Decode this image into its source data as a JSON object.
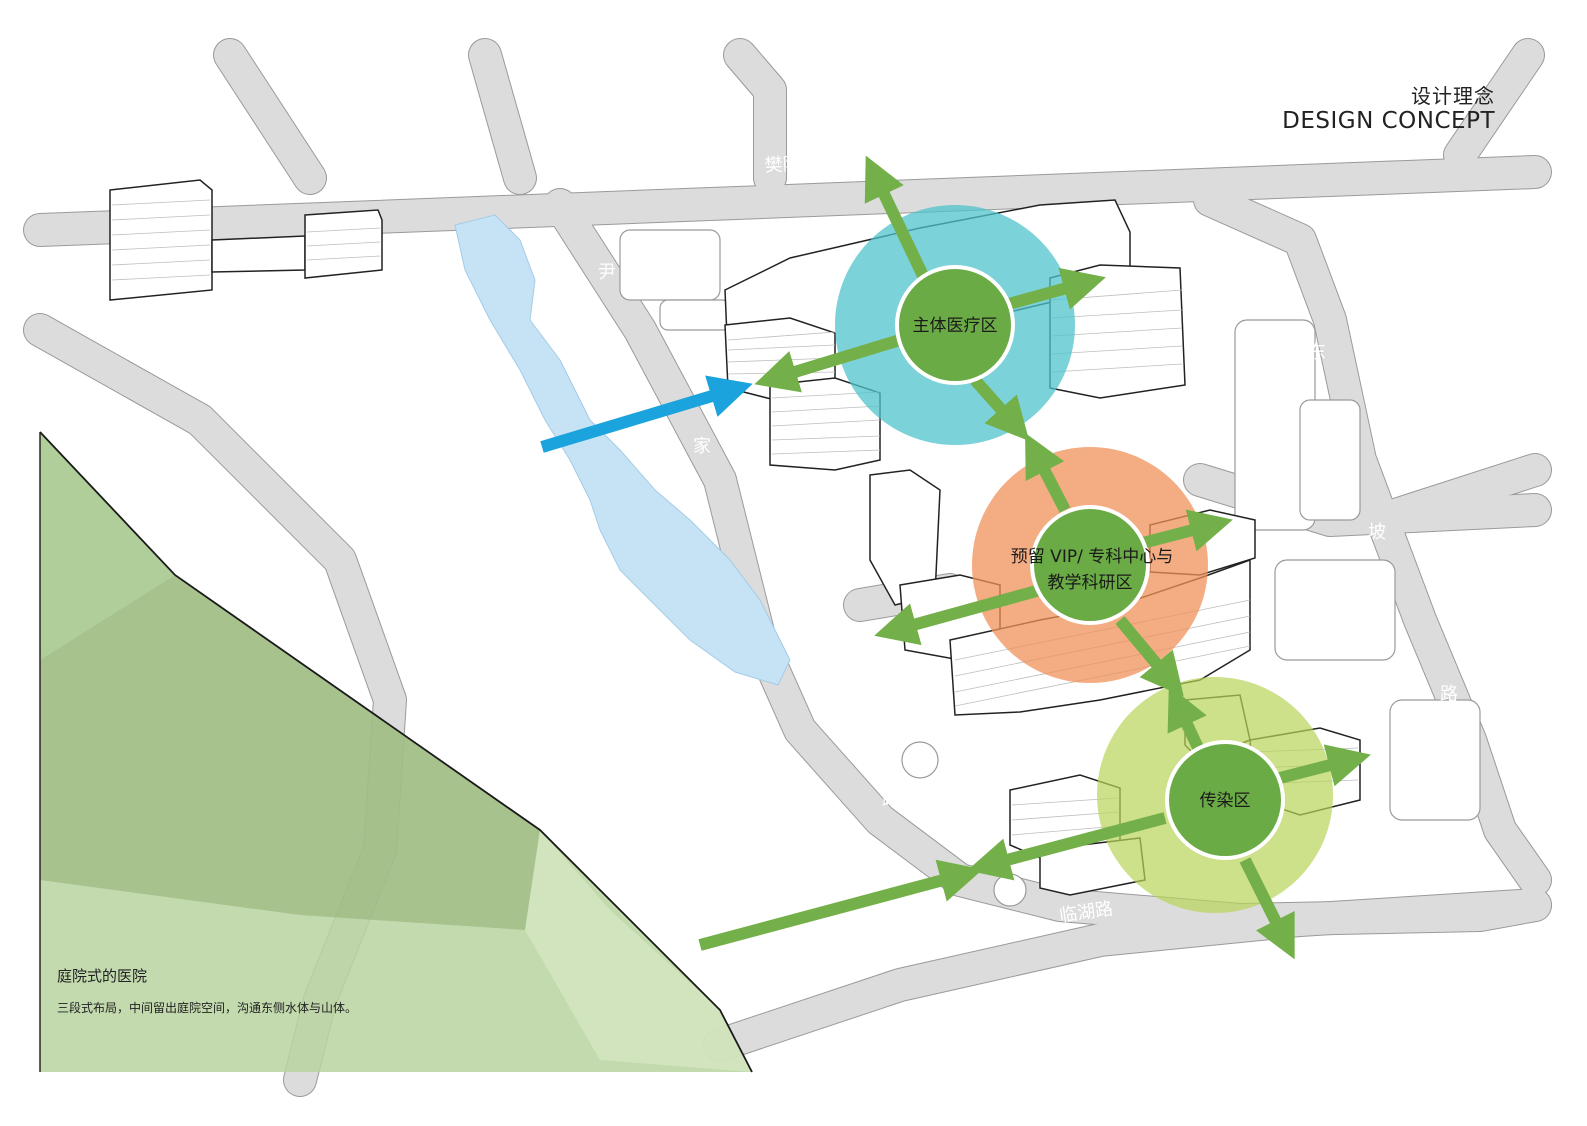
{
  "header": {
    "title_cn": "设计理念",
    "title_en": "DESIGN CONCEPT"
  },
  "note": {
    "title": "庭院式的医院",
    "body": "三段式布局，中间留出庭院空间，沟通东侧水体与山体。"
  },
  "zones": {
    "main": "主体医疗区",
    "vip_line1": "预留 VIP/ 专科中心与",
    "vip_line2": "教学科研区",
    "infect": "传染区"
  },
  "roads": {
    "fanchen": "樊陈路",
    "linhu": "临湖路",
    "yin": "尹",
    "jia": "家",
    "chong": "冲",
    "lu1": "路",
    "dong": "东",
    "po": "坡",
    "lu2": "路"
  },
  "colors": {
    "main_zone": "#4fc3cb",
    "vip_zone": "#f0915a",
    "infect_zone": "#b8d45a",
    "node_green": "#6aab45",
    "arrow_green": "#74b04a",
    "arrow_blue": "#1aa3dc",
    "water": "#c5e3f5",
    "road": "#dcdcdc",
    "mountain": "#b8d4a0"
  }
}
